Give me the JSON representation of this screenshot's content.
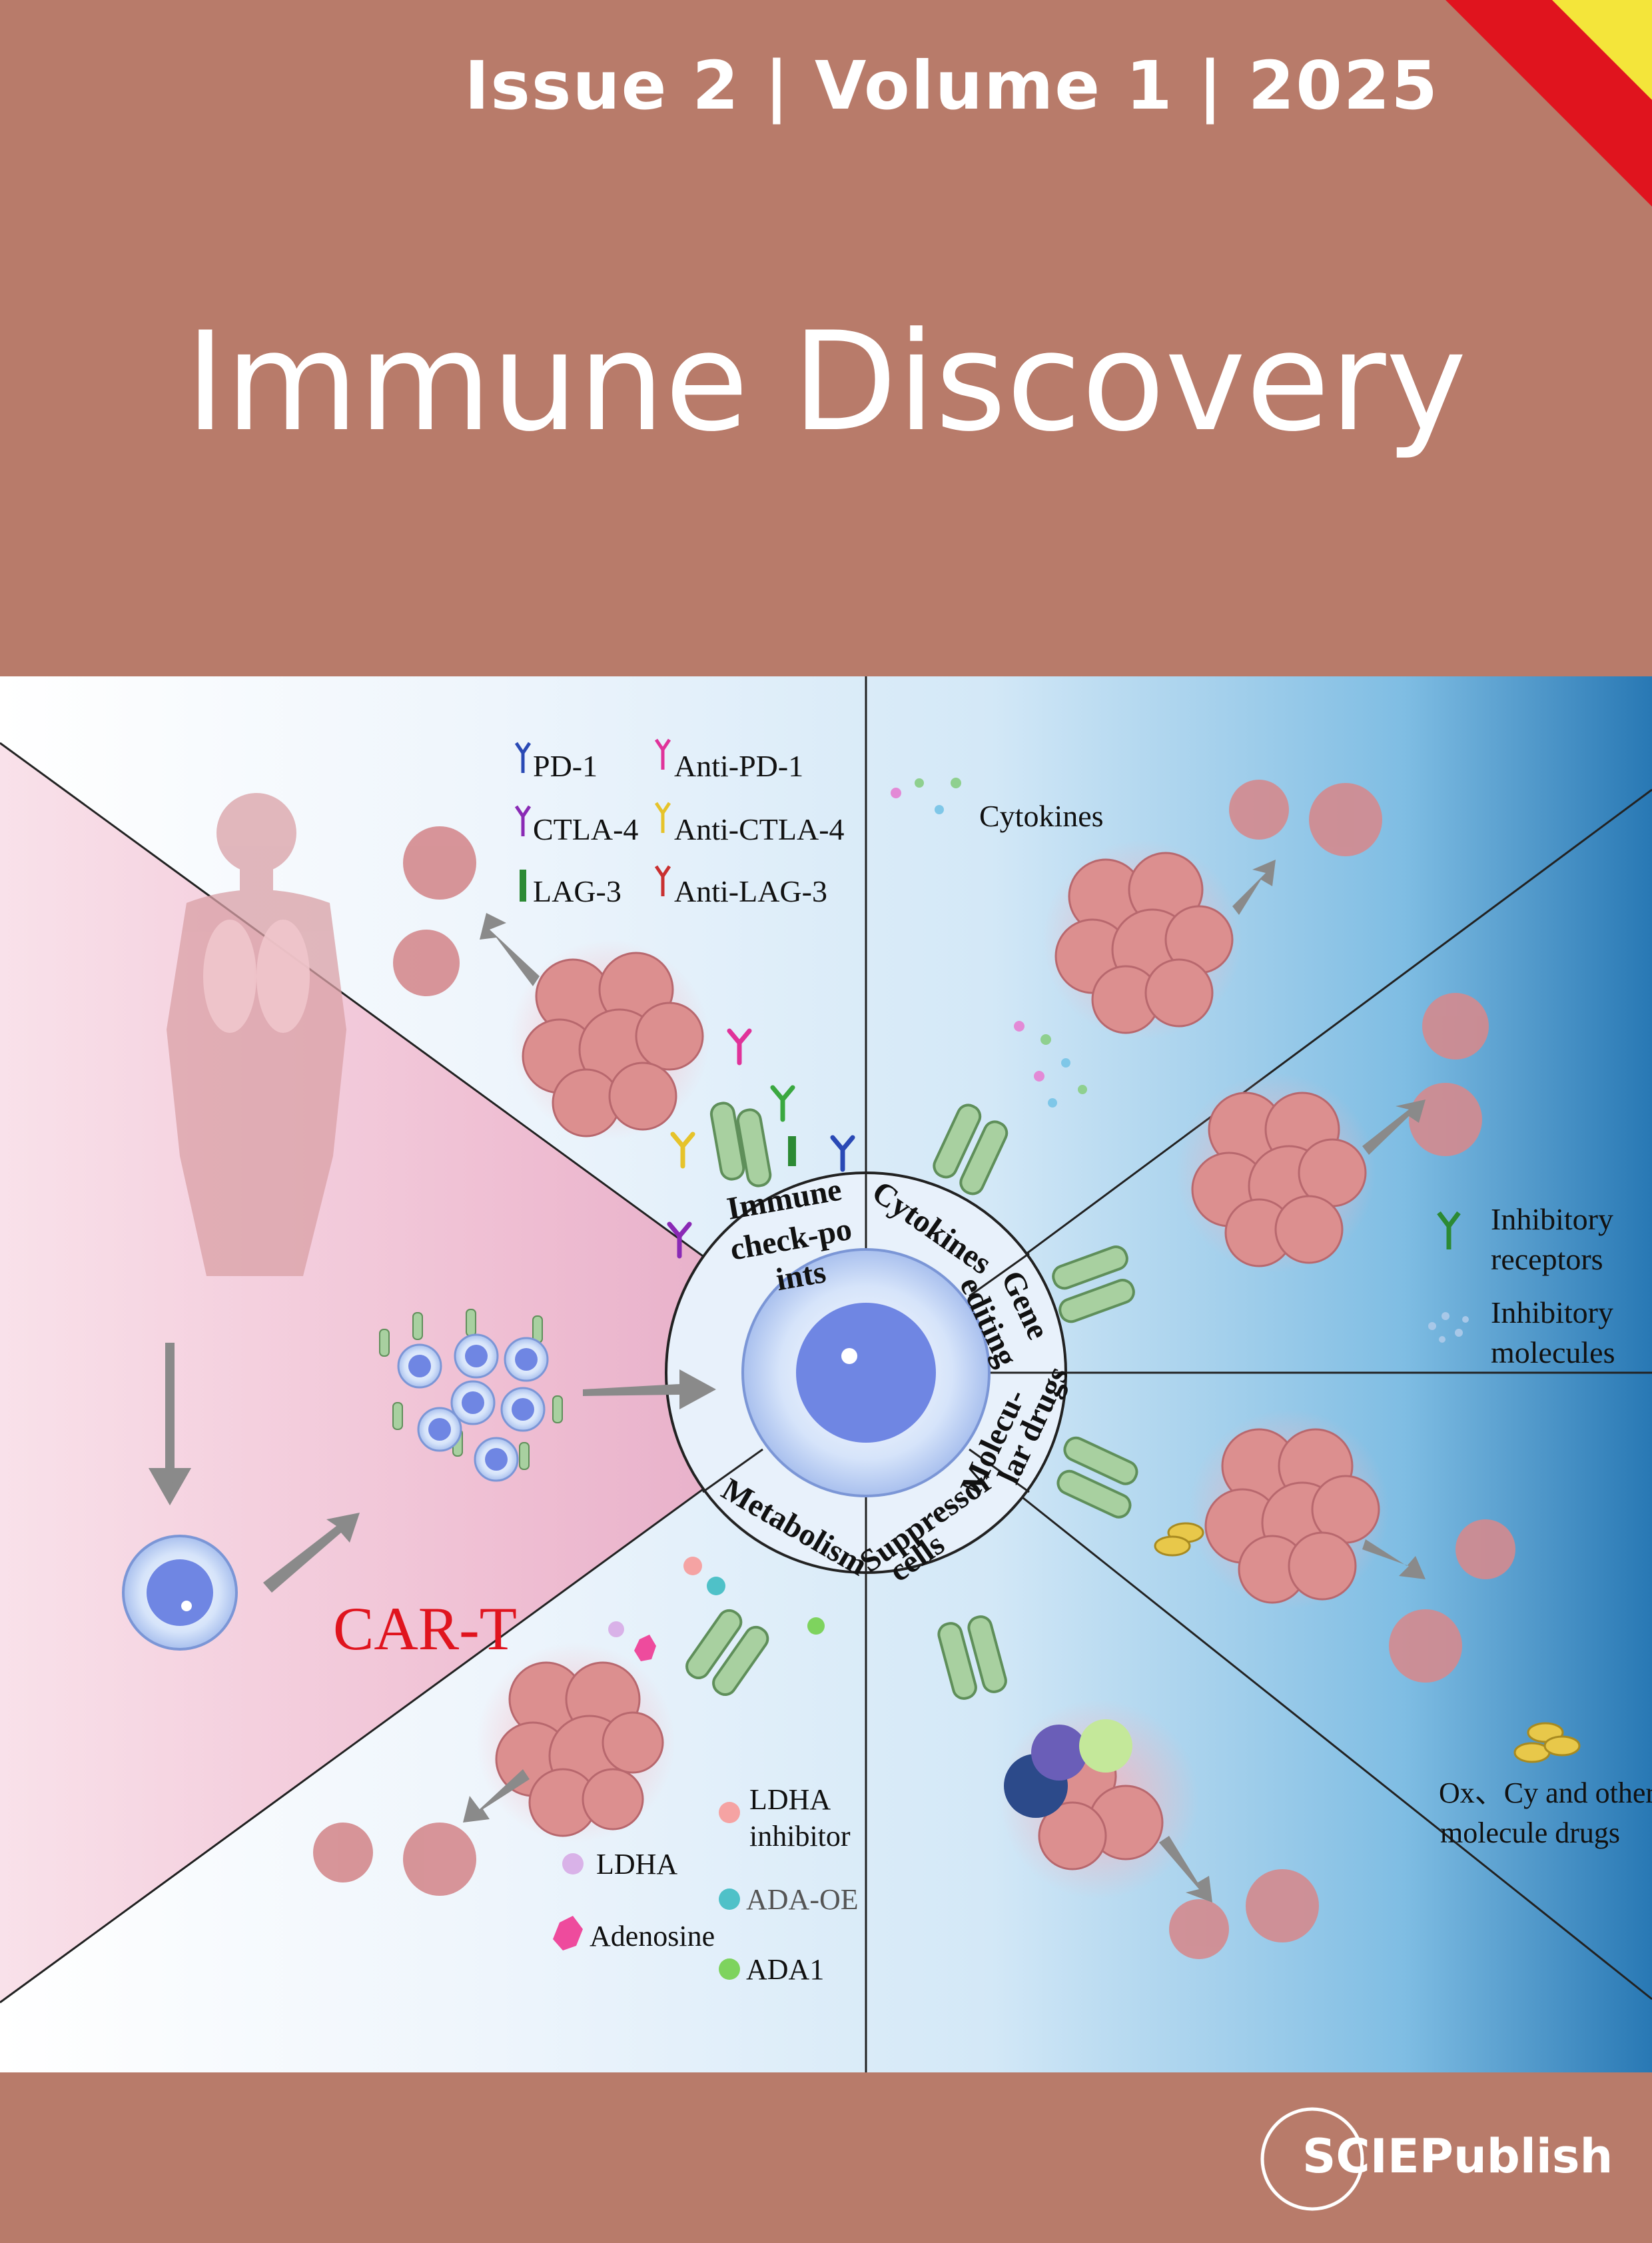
{
  "cover": {
    "issue_line": "Issue 2 | Volume 1 | 2025",
    "journal_title": "Immune Discovery",
    "publisher": "SCIEPublish"
  },
  "figure": {
    "legend_top": {
      "pd1": "PD-1",
      "anti_pd1": "Anti-PD-1",
      "ctla4": "CTLA-4",
      "anti_ctla4": "Anti-CTLA-4",
      "lag3": "LAG-3",
      "anti_lag3": "Anti-LAG-3"
    },
    "cytokines_label": "Cytokines",
    "inhibitory_receptors": [
      "Inhibitory",
      "receptors"
    ],
    "inhibitory_molecules": [
      "Inhibitory",
      "molecules"
    ],
    "molecule_drugs": [
      "Ox、Cy and other",
      "molecule drugs"
    ],
    "car_t": "CAR-T",
    "legend_bottom": {
      "ldha_inhibitor": [
        "LDHA",
        "inhibitor"
      ],
      "ldha": "LDHA",
      "ada_oe": "ADA-OE",
      "adenosine": "Adenosine",
      "ada1": "ADA1"
    },
    "wheel": {
      "checkpoints": [
        "Immune",
        "check-po",
        "ints"
      ],
      "cytokines": "Cytokines",
      "gene_editing": [
        "Gene",
        "editing"
      ],
      "molecular_drugs": [
        "Molecu-",
        "lar drugs"
      ],
      "suppressor_cells": [
        "Suppressor",
        "cells"
      ],
      "metabolism": "Metabolism"
    }
  },
  "colors": {
    "background": "#b87b6a",
    "corner_red": "#e0141e",
    "corner_yellow": "#f4e53a",
    "car_t_red": "#e0141e"
  }
}
